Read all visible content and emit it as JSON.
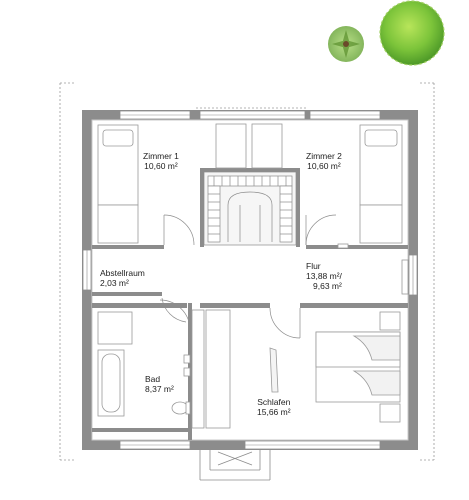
{
  "rooms": {
    "zimmer1": {
      "name": "Zimmer 1",
      "area": "10,60 m²"
    },
    "zimmer2": {
      "name": "Zimmer 2",
      "area": "10,60 m²"
    },
    "abstellraum": {
      "name": "Abstellraum",
      "area": "2,03 m²"
    },
    "flur": {
      "name": "Flur",
      "area1": "13,88 m²/",
      "area2": "9,63 m²"
    },
    "bad": {
      "name": "Bad",
      "area": "8,37 m²"
    },
    "schlafen": {
      "name": "Schlafen",
      "area": "15,66 m²"
    }
  },
  "colors": {
    "wall": "#8c8c8c",
    "wall_light": "#c4c4c4",
    "tree_dark": "#5aa02c",
    "tree_light": "#8ccd3c",
    "furniture": "#9a9a9a"
  }
}
